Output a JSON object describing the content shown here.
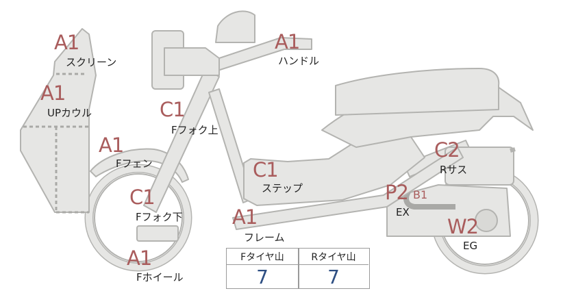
{
  "parts": [
    {
      "key": "screen",
      "grade": "A1",
      "label": "スクリーン"
    },
    {
      "key": "upper_cowl",
      "grade": "A1",
      "label": "UPカウル"
    },
    {
      "key": "handle",
      "grade": "A1",
      "label": "ハンドル"
    },
    {
      "key": "fork_upper",
      "grade": "C1",
      "label": "Fフォク上"
    },
    {
      "key": "front_fender",
      "grade": "A1",
      "label": "Fフェン"
    },
    {
      "key": "fork_lower",
      "grade": "C1",
      "label": "Fフォク下"
    },
    {
      "key": "step",
      "grade": "C1",
      "label": "ステップ"
    },
    {
      "key": "frame",
      "grade": "A1",
      "label": "フレーム"
    },
    {
      "key": "front_wheel",
      "grade": "A1",
      "label": "Fホイール"
    },
    {
      "key": "rear_suspension",
      "grade": "C2",
      "label": "Rサス"
    },
    {
      "key": "exhaust",
      "grade": "P2",
      "sub_grade": "B1",
      "label": "EX"
    },
    {
      "key": "engine",
      "grade": "W2",
      "label": "EG"
    }
  ],
  "tire_tread": {
    "headers": [
      "Fタイヤ山",
      "Rタイヤ山"
    ],
    "values": [
      "7",
      "7"
    ]
  },
  "colors": {
    "grade_text": "#a95c5c",
    "tread_value": "#2e4f83",
    "part_fill": "#e6e6e4",
    "part_stroke": "#b3b3b0"
  }
}
